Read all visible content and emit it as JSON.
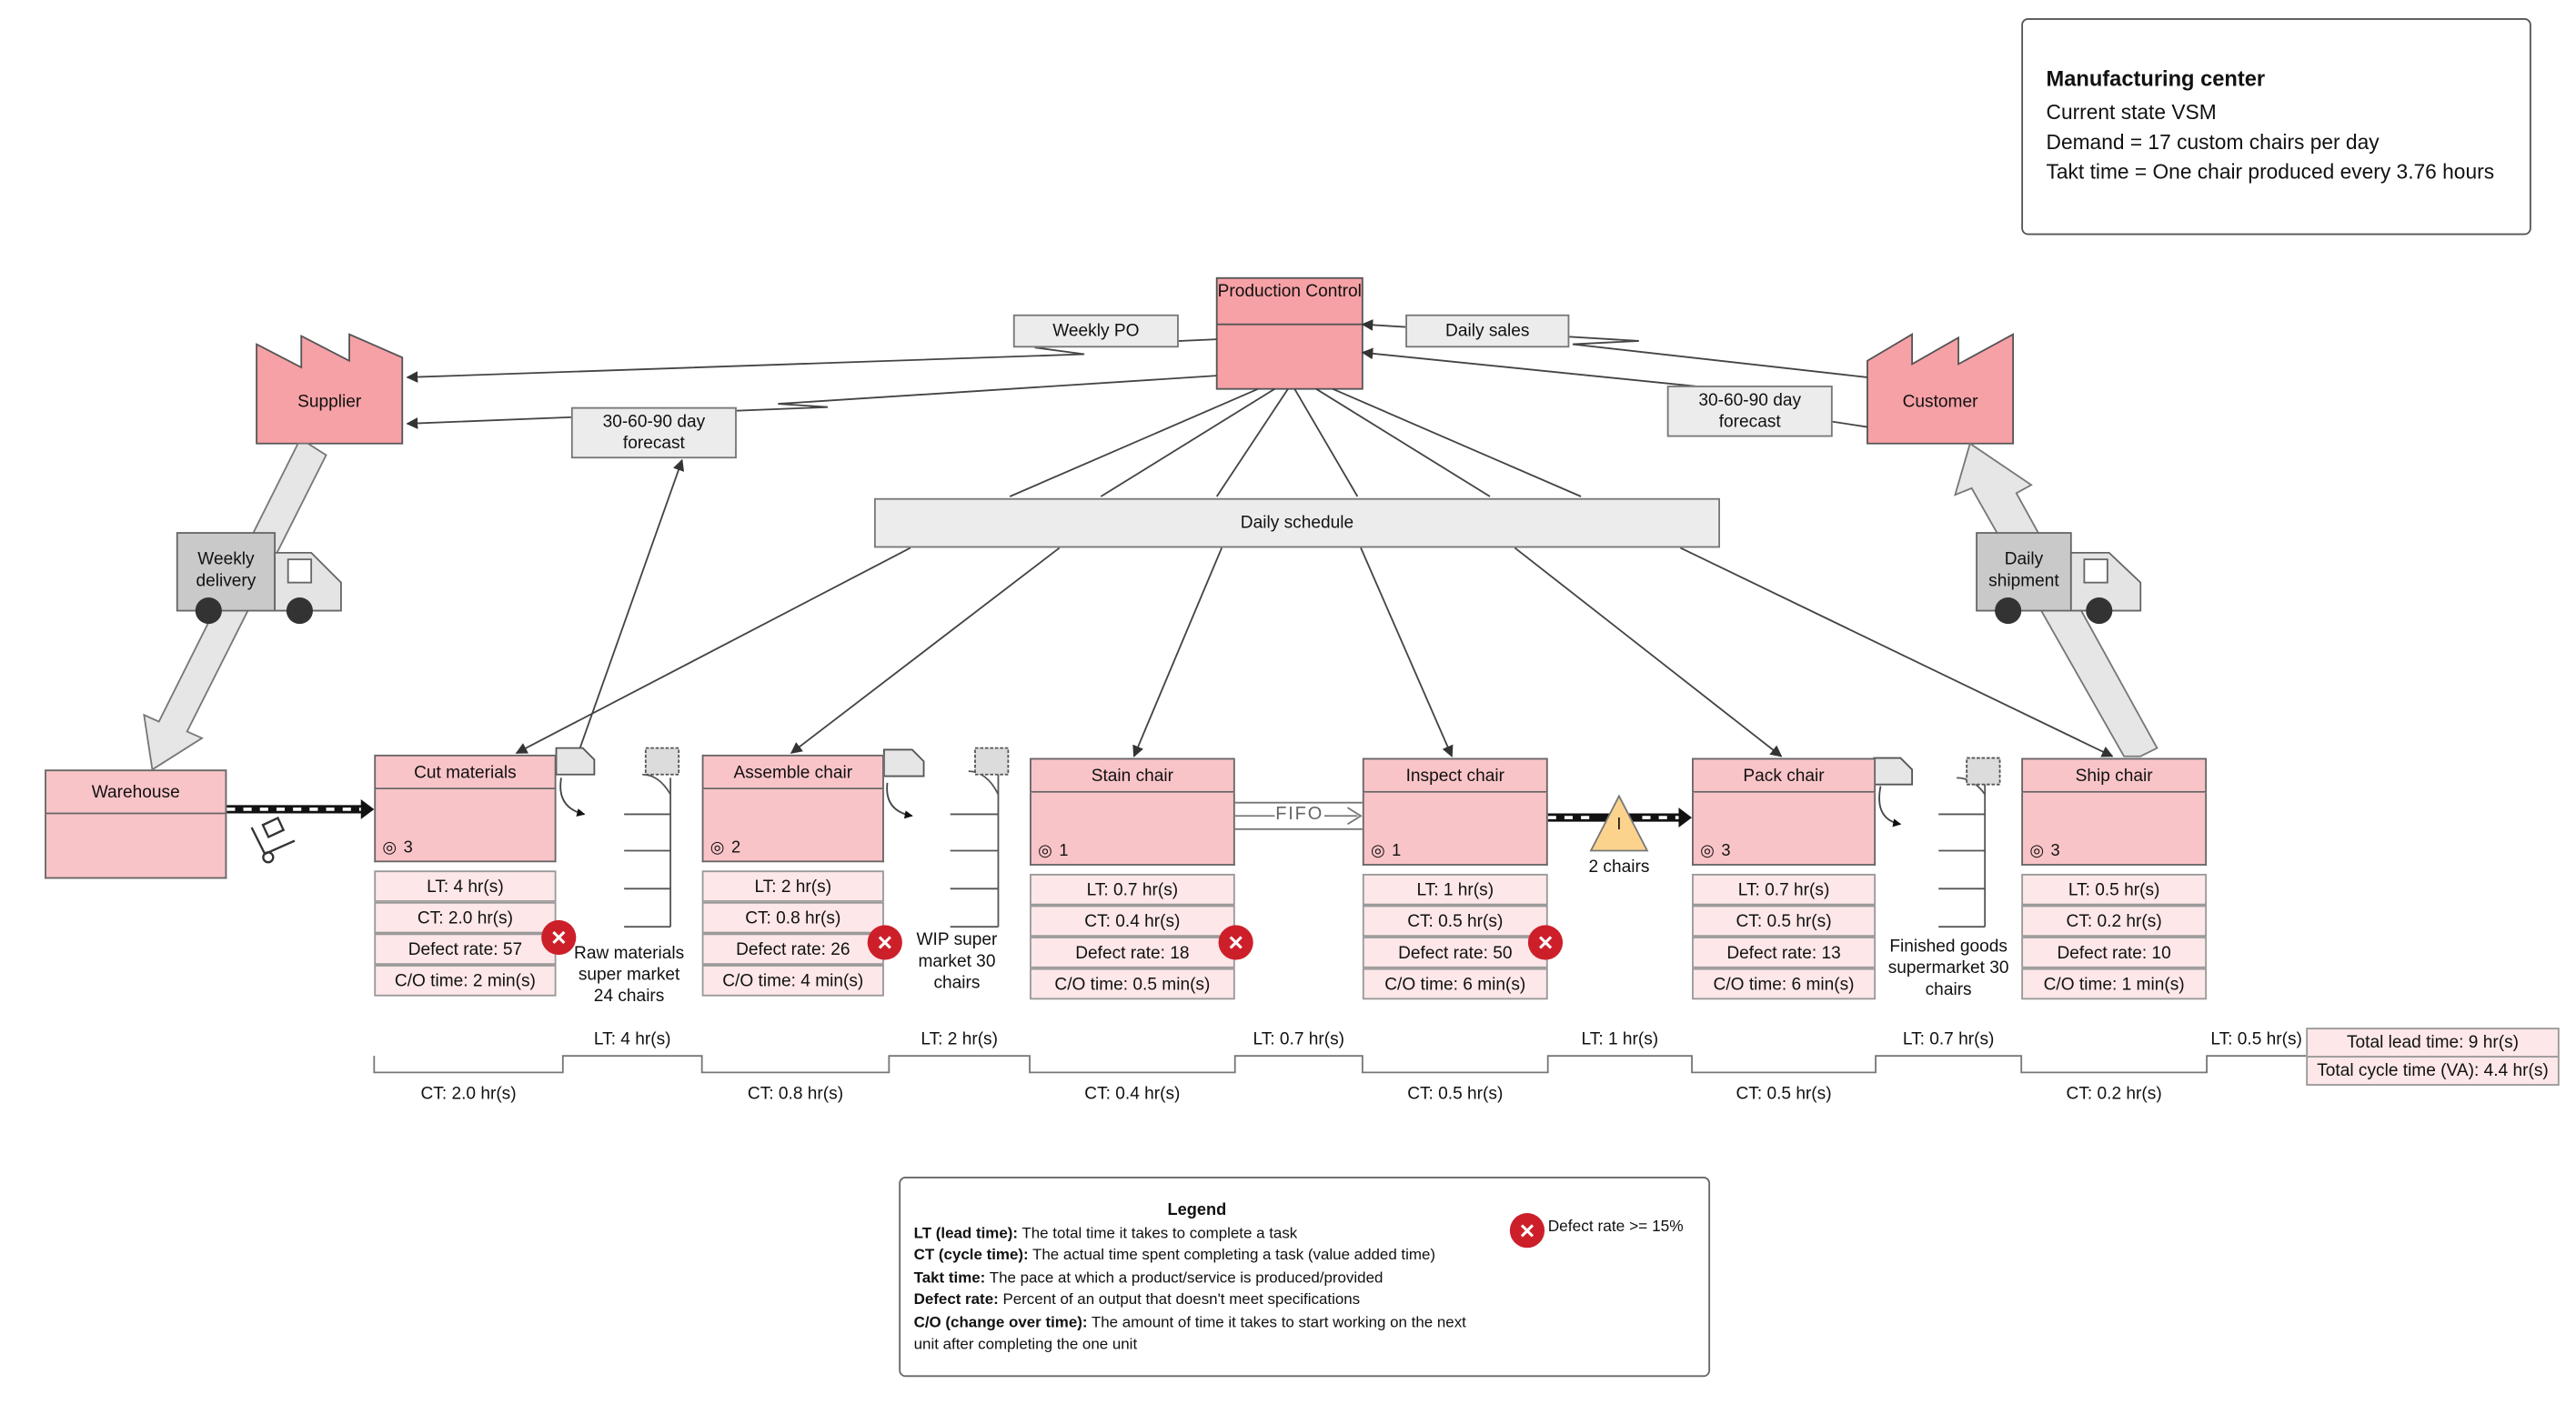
{
  "info": {
    "title": "Manufacturing center",
    "lines": [
      "Current state VSM",
      "Demand = 17 custom chairs per day",
      "Takt time = One chair produced every 3.76 hours"
    ]
  },
  "entities": {
    "production_control": "Production Control",
    "supplier": "Supplier",
    "customer": "Customer",
    "warehouse": "Warehouse"
  },
  "flows": {
    "weekly_po": "Weekly PO",
    "daily_sales": "Daily sales",
    "forecast_left": "30-60-90 day forecast",
    "forecast_right": "30-60-90 day forecast",
    "daily_schedule": "Daily schedule",
    "weekly_delivery": "Weekly delivery",
    "daily_shipment": "Daily shipment",
    "fifo": "FIFO"
  },
  "processes": [
    {
      "name": "Cut materials",
      "operators": "3",
      "lt": "LT: 4 hr(s)",
      "ct": "CT: 2.0 hr(s)",
      "defect": "Defect rate: 57",
      "co": "C/O time: 2 min(s)",
      "flag": true
    },
    {
      "name": "Assemble chair",
      "operators": "2",
      "lt": "LT: 2 hr(s)",
      "ct": "CT: 0.8 hr(s)",
      "defect": "Defect rate: 26",
      "co": "C/O time: 4 min(s)",
      "flag": true
    },
    {
      "name": "Stain chair",
      "operators": "1",
      "lt": "LT: 0.7 hr(s)",
      "ct": "CT: 0.4 hr(s)",
      "defect": "Defect rate: 18",
      "co": "C/O time: 0.5 min(s)",
      "flag": true
    },
    {
      "name": "Inspect chair",
      "operators": "1",
      "lt": "LT: 1 hr(s)",
      "ct": "CT: 0.5 hr(s)",
      "defect": "Defect rate: 50",
      "co": "C/O time: 6 min(s)",
      "flag": true
    },
    {
      "name": "Pack chair",
      "operators": "3",
      "lt": "LT: 0.7 hr(s)",
      "ct": "CT: 0.5 hr(s)",
      "defect": "Defect rate: 13",
      "co": "C/O time: 6 min(s)",
      "flag": false
    },
    {
      "name": "Ship chair",
      "operators": "3",
      "lt": "LT: 0.5 hr(s)",
      "ct": "CT: 0.2 hr(s)",
      "defect": "Defect rate: 10",
      "co": "C/O time: 1 min(s)",
      "flag": false
    }
  ],
  "inventories": {
    "raw": "Raw materials super market 24 chairs",
    "wip": "WIP super market 30 chairs",
    "finished": "Finished goods supermarket 30 chairs",
    "queue": "2 chairs",
    "queue_symbol": "I"
  },
  "timeline": {
    "lt": [
      "LT: 4 hr(s)",
      "LT: 2 hr(s)",
      "LT: 0.7 hr(s)",
      "LT: 1 hr(s)",
      "LT: 0.7 hr(s)",
      "LT: 0.5 hr(s)"
    ],
    "ct": [
      "CT: 2.0 hr(s)",
      "CT: 0.8 hr(s)",
      "CT: 0.4 hr(s)",
      "CT: 0.5 hr(s)",
      "CT: 0.5 hr(s)",
      "CT: 0.2 hr(s)"
    ],
    "total_lead": "Total lead time: 9 hr(s)",
    "total_cycle": "Total cycle time (VA): 4.4 hr(s)"
  },
  "legend": {
    "title": "Legend",
    "items": [
      {
        "term": "LT (lead time):",
        "desc": "The total time it takes to complete a task"
      },
      {
        "term": "CT (cycle time):",
        "desc": "The actual time spent completing a task (value added time)"
      },
      {
        "term": "Takt time:",
        "desc": "The pace at which a product/service is produced/provided"
      },
      {
        "term": "Defect rate:",
        "desc": "Percent of an output that doesn't meet specifications"
      },
      {
        "term": "C/O (change over time):",
        "desc": "The amount of time it takes to start working on the next unit after completing the one unit"
      }
    ],
    "defect_note": "Defect rate >= 15%"
  },
  "colors": {
    "process": "#f9c4c8",
    "metric": "#fde7e8",
    "defect": "#cc1f2a",
    "box": "#ececec",
    "queue": "#fbd38d"
  },
  "icons": {
    "defect": "x-circle-icon",
    "operator": "operator-icon",
    "truck": "truck-icon",
    "factory": "factory-icon",
    "kanban": "kanban-icon",
    "queue": "inventory-triangle-icon"
  }
}
